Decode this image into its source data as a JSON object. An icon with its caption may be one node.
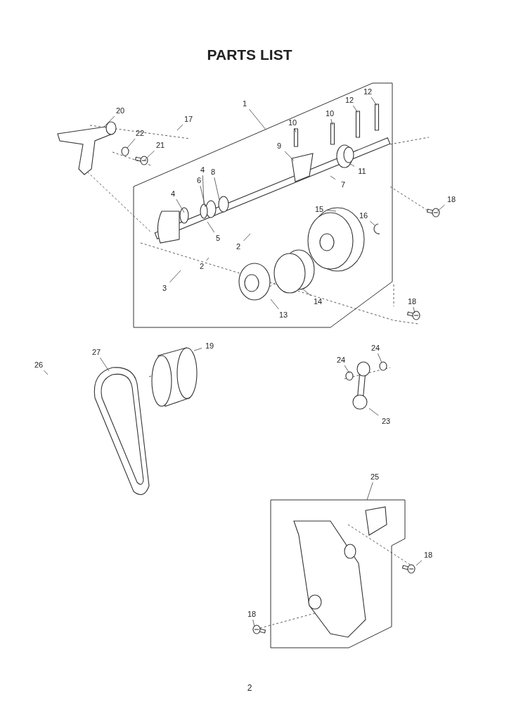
{
  "diagram": {
    "title": "PARTS LIST",
    "nodes": [
      {
        "text": [],
        "shape": "box"
      },
      {
        "text": [],
        "shape": "box"
      },
      {
        "text": [
          "1"
        ]
      },
      {
        "text": [
          "20"
        ]
      },
      {
        "text": [
          "17"
        ]
      },
      {
        "text": [
          "22"
        ]
      },
      {
        "text": [
          "21"
        ]
      },
      {
        "text": [
          "10"
        ],
        "in": 0
      },
      {
        "text": [
          "10"
        ],
        "in": 0
      },
      {
        "text": [
          "12"
        ],
        "in": 0
      },
      {
        "text": [
          "12"
        ],
        "in": 0
      },
      {
        "text": [
          "9"
        ],
        "in": 0
      },
      {
        "text": [
          "11"
        ],
        "in": 0
      },
      {
        "text": [
          "7"
        ],
        "in": 0
      },
      {
        "text": [
          "4"
        ],
        "in": 0
      },
      {
        "text": [
          "8"
        ],
        "in": 0
      },
      {
        "text": [
          "6"
        ],
        "in": 0
      },
      {
        "text": [
          "4"
        ],
        "in": 0
      },
      {
        "text": [
          "18"
        ]
      },
      {
        "text": [
          "15"
        ],
        "in": 0
      },
      {
        "text": [
          "16"
        ],
        "in": 0
      },
      {
        "text": [
          "5"
        ],
        "in": 0
      },
      {
        "text": [
          "2"
        ],
        "in": 0
      },
      {
        "text": [
          "2"
        ],
        "in": 0
      },
      {
        "text": [
          "3"
        ],
        "in": 0
      },
      {
        "text": [
          "14"
        ],
        "in": 0
      },
      {
        "text": [
          "13"
        ],
        "in": 0
      },
      {
        "text": [
          "18"
        ]
      },
      {
        "text": [
          "19"
        ]
      },
      {
        "text": [
          "27"
        ]
      },
      {
        "text": [
          "26"
        ]
      },
      {
        "text": [
          "24"
        ]
      },
      {
        "text": [
          "24"
        ]
      },
      {
        "text": [
          "23"
        ]
      },
      {
        "text": [
          "25"
        ]
      },
      {
        "text": [
          "18"
        ]
      },
      {
        "text": [
          "18"
        ]
      }
    ],
    "edges": [
      {
        "from": 2,
        "to": 0,
        "arrow": "none"
      },
      {
        "from": 3,
        "to": null,
        "arrow": "none"
      },
      {
        "from": 4,
        "to": null,
        "arrow": "none"
      },
      {
        "from": 5,
        "to": null,
        "arrow": "none"
      },
      {
        "from": 6,
        "to": null,
        "arrow": "none"
      },
      {
        "from": 7,
        "to": null,
        "arrow": "none"
      },
      {
        "from": 8,
        "to": null,
        "arrow": "none"
      },
      {
        "from": 9,
        "to": null,
        "arrow": "none"
      },
      {
        "from": 10,
        "to": null,
        "arrow": "none"
      },
      {
        "from": 11,
        "to": null,
        "arrow": "none"
      },
      {
        "from": 12,
        "to": null,
        "arrow": "none"
      },
      {
        "from": 13,
        "to": null,
        "arrow": "none"
      },
      {
        "from": 14,
        "to": null,
        "arrow": "none"
      },
      {
        "from": 15,
        "to": null,
        "arrow": "none"
      },
      {
        "from": 16,
        "to": null,
        "arrow": "none"
      },
      {
        "from": 17,
        "to": null,
        "arrow": "none"
      },
      {
        "from": 18,
        "to": null,
        "arrow": "none"
      },
      {
        "from": 19,
        "to": null,
        "arrow": "none"
      },
      {
        "from": 20,
        "to": null,
        "arrow": "none"
      },
      {
        "from": 21,
        "to": null,
        "arrow": "none"
      },
      {
        "from": 22,
        "to": null,
        "arrow": "none"
      },
      {
        "from": 23,
        "to": null,
        "arrow": "none"
      },
      {
        "from": 24,
        "to": null,
        "arrow": "none"
      },
      {
        "from": 25,
        "to": null,
        "arrow": "none"
      },
      {
        "from": 26,
        "to": null,
        "arrow": "none"
      },
      {
        "from": 27,
        "to": null,
        "arrow": "none"
      },
      {
        "from": 28,
        "to": null,
        "arrow": "none"
      },
      {
        "from": 29,
        "to": null,
        "arrow": "none"
      },
      {
        "from": 30,
        "to": null,
        "arrow": "none"
      },
      {
        "from": 31,
        "to": null,
        "arrow": "none"
      },
      {
        "from": 32,
        "to": null,
        "arrow": "none"
      },
      {
        "from": 33,
        "to": null,
        "arrow": "none"
      },
      {
        "from": 34,
        "to": 1,
        "arrow": "none"
      },
      {
        "from": 35,
        "to": null,
        "arrow": "none"
      },
      {
        "from": 36,
        "to": null,
        "arrow": "none"
      }
    ],
    "labels": [
      "2"
    ]
  }
}
